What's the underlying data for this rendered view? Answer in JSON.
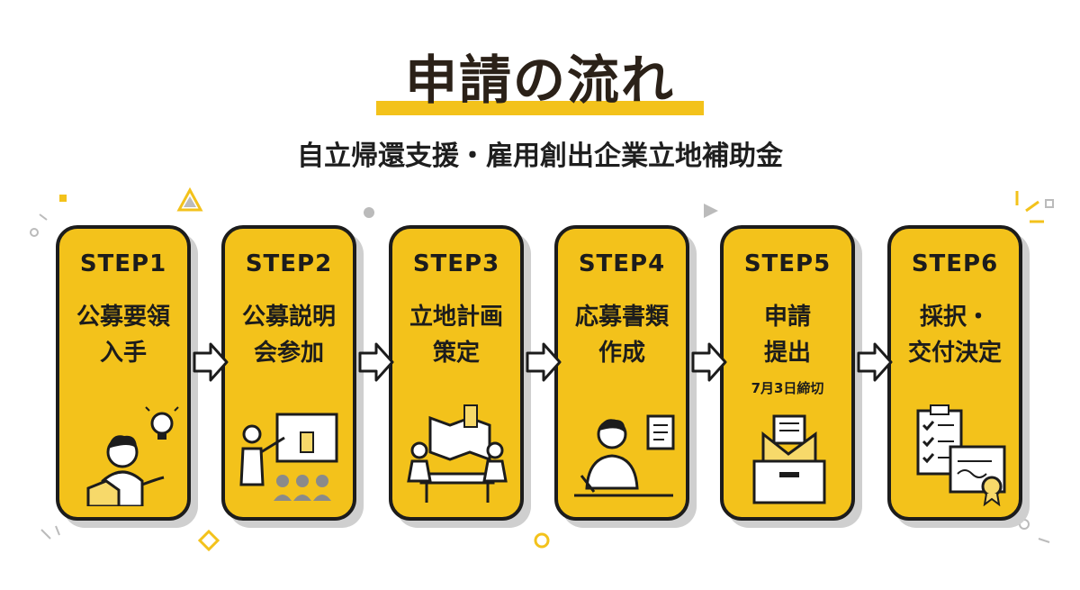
{
  "title": "申請の流れ",
  "subtitle": "自立帰還支援・雇用創出企業立地補助金",
  "colors": {
    "accent": "#f3c21b",
    "ink": "#1c1c1c",
    "shadow": "#cfcfcf"
  },
  "steps": [
    {
      "label": "STEP1",
      "line1": "公募要領",
      "line2": "入手",
      "note": "",
      "icon": "person-reading-idea-icon"
    },
    {
      "label": "STEP2",
      "line1": "公募説明",
      "line2": "会参加",
      "note": "",
      "icon": "presentation-audience-icon"
    },
    {
      "label": "STEP3",
      "line1": "立地計画",
      "line2": "策定",
      "note": "",
      "icon": "team-planning-icon"
    },
    {
      "label": "STEP4",
      "line1": "応募書類",
      "line2": "作成",
      "note": "",
      "icon": "person-writing-icon"
    },
    {
      "label": "STEP5",
      "line1": "申請",
      "line2": "提出",
      "note": "7月3日締切",
      "icon": "submission-box-icon"
    },
    {
      "label": "STEP6",
      "line1": "採択・",
      "line2": "交付決定",
      "note": "",
      "icon": "checklist-certificate-icon"
    }
  ]
}
